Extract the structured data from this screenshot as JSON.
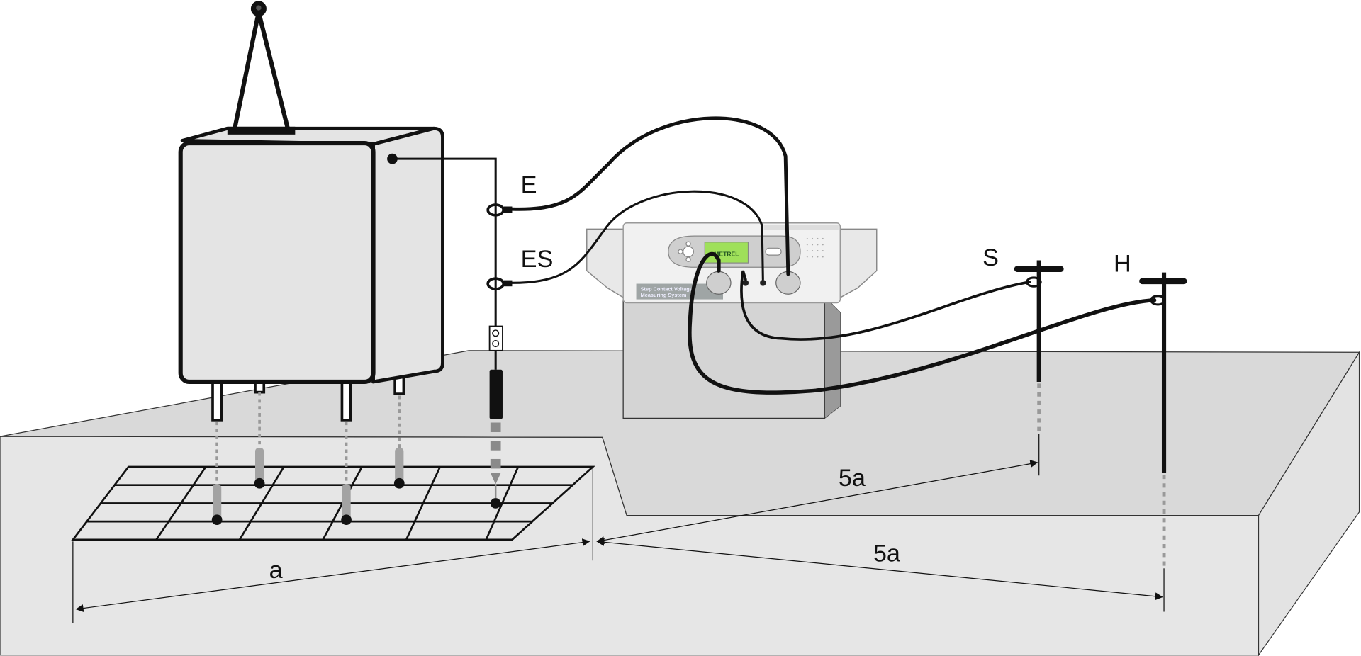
{
  "title": "Step contact voltage measurement setup",
  "labels": {
    "E": "E",
    "ES": "ES",
    "S": "S",
    "H": "H",
    "a": "a",
    "five_a_upper": "5a",
    "five_a_lower": "5a"
  },
  "instrument": {
    "brand": "METREL",
    "name_line1": "Step Contact Voltage",
    "name_line2": "Measuring System"
  },
  "colors": {
    "ground_top": "#d9d9d9",
    "ground_front": "#e6e6e6",
    "ground_side": "#e3e3e3",
    "cabinet": "#e4e4e4",
    "lcd": "#9fe05a",
    "device_panel": "#f1f1f1",
    "stand": "#d0d0d0"
  }
}
